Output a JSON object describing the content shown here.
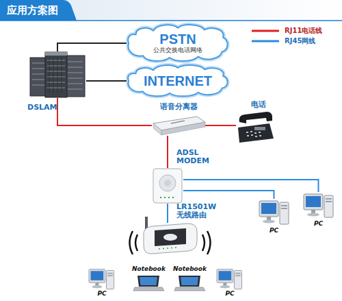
{
  "diagram": {
    "title": "应用方案图",
    "nodes": [
      {
        "text": [
          "PSTN",
          "公共交换电话网络"
        ]
      },
      {
        "text": [
          "INTERNET"
        ]
      },
      {
        "text": [
          "DSLAM"
        ]
      },
      {
        "text": [
          "语音分离器"
        ]
      },
      {
        "text": [
          "电话"
        ]
      },
      {
        "text": [
          "ADSL MODEM"
        ]
      },
      {
        "text": [
          "LR1501W 无线路由"
        ]
      },
      {
        "text": [
          "PC"
        ]
      },
      {
        "text": [
          "PC"
        ]
      },
      {
        "text": [
          "PC"
        ]
      },
      {
        "text": [
          "Notebook"
        ]
      },
      {
        "text": [
          "Notebook"
        ]
      },
      {
        "text": [
          "PC"
        ]
      }
    ],
    "edges": [
      {
        "from": 2,
        "to": 0,
        "arrow": "none"
      },
      {
        "from": 2,
        "to": 1,
        "arrow": "none"
      },
      {
        "from": 2,
        "to": 3,
        "arrow": "none"
      },
      {
        "from": 3,
        "to": 4,
        "arrow": "none"
      },
      {
        "from": 3,
        "to": 5,
        "arrow": "none"
      },
      {
        "from": 5,
        "to": 7,
        "arrow": "none"
      },
      {
        "from": 5,
        "to": 8,
        "arrow": "none"
      },
      {
        "from": 5,
        "to": 6,
        "arrow": "none"
      }
    ],
    "legend": [
      {
        "text": "RJ11电话线"
      },
      {
        "text": "RJ45网线"
      }
    ]
  }
}
